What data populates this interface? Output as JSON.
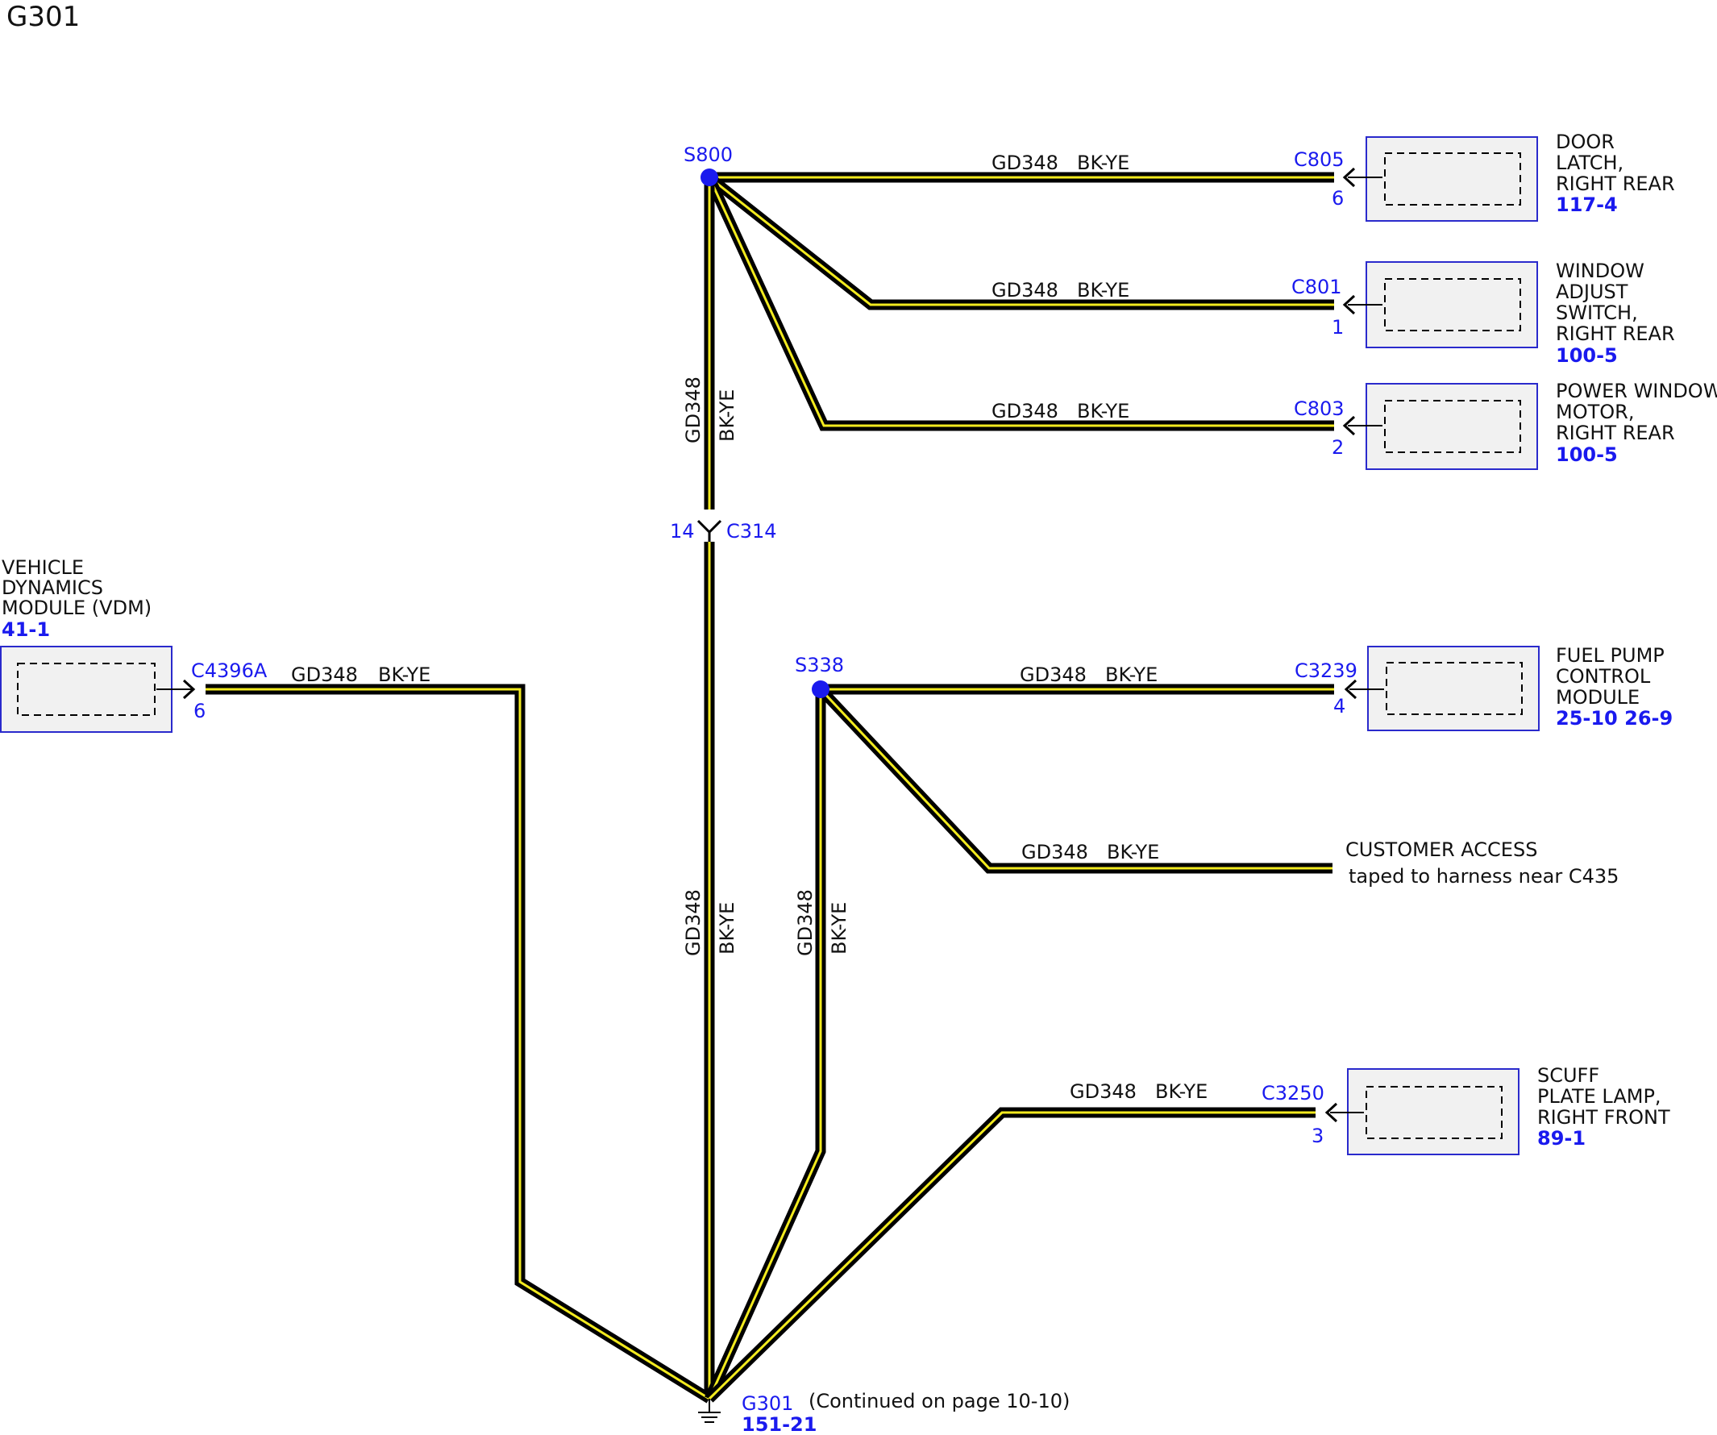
{
  "page_title": "G301",
  "wire": {
    "circuit": "GD348",
    "color": "BK-YE"
  },
  "colors": {
    "wire_outer": "#000000",
    "wire_inner": "#f2ea1f",
    "ref_blue": "#1a1aee",
    "component_fill": "#f1f1f1",
    "component_border": "#2a2acc"
  },
  "splices": [
    {
      "id": "S800",
      "label": "S800"
    },
    {
      "id": "S338",
      "label": "S338"
    }
  ],
  "inline_connector": {
    "label": "C314",
    "pin": "14"
  },
  "components": [
    {
      "id": "door-latch",
      "connector": "C805",
      "pin": "6",
      "name_lines": [
        "DOOR",
        "LATCH,",
        "RIGHT REAR"
      ],
      "ref": "117-4"
    },
    {
      "id": "window-adjust-switch",
      "connector": "C801",
      "pin": "1",
      "name_lines": [
        "WINDOW",
        "ADJUST",
        "SWITCH,",
        "RIGHT REAR"
      ],
      "ref": "100-5"
    },
    {
      "id": "power-window-motor",
      "connector": "C803",
      "pin": "2",
      "name_lines": [
        "POWER WINDOW",
        "MOTOR,",
        "RIGHT REAR"
      ],
      "ref": "100-5"
    },
    {
      "id": "fuel-pump-control-module",
      "connector": "C3239",
      "pin": "4",
      "name_lines": [
        "FUEL PUMP",
        "CONTROL",
        "MODULE"
      ],
      "ref": "25-10 26-9"
    },
    {
      "id": "scuff-plate-lamp",
      "connector": "C3250",
      "pin": "3",
      "name_lines": [
        "SCUFF",
        "PLATE LAMP,",
        "RIGHT FRONT"
      ],
      "ref": "89-1"
    },
    {
      "id": "vdm",
      "connector": "C4396A",
      "pin": "6",
      "name_lines": [
        "VEHICLE",
        "DYNAMICS",
        "MODULE (VDM)"
      ],
      "ref": "41-1"
    }
  ],
  "customer_access": {
    "title": "CUSTOMER ACCESS",
    "note": "taped to harness near C435"
  },
  "ground": {
    "label": "G301",
    "ref": "151-21",
    "note": "(Continued on page 10-10)"
  }
}
